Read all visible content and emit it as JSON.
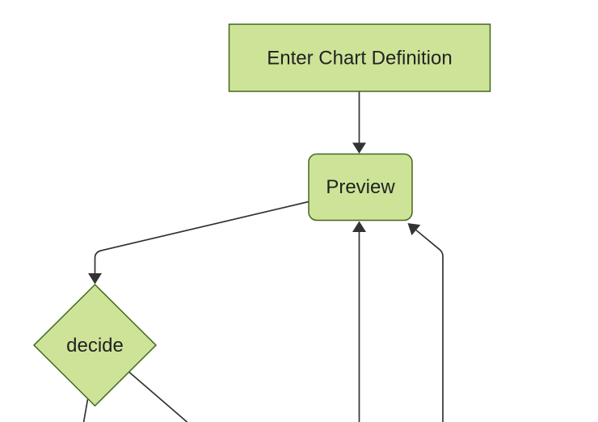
{
  "diagram": {
    "kind": "flowchart",
    "orientation": "top-down",
    "colors": {
      "background": "#ffffff",
      "node_fill": "#cde498",
      "node_border": "#40691c",
      "edge_stroke": "#333333",
      "arrow_fill": "#333333",
      "label_color": "#222222"
    },
    "nodes": [
      {
        "id": "enter-chart-definition",
        "label": "Enter Chart Definition",
        "shape": "rectangle"
      },
      {
        "id": "preview",
        "label": "Preview",
        "shape": "rounded-rectangle"
      },
      {
        "id": "decide",
        "label": "decide",
        "shape": "diamond"
      }
    ],
    "edges": [
      {
        "name": "enter-chart-definition-to-preview",
        "arrowhead": "into preview top"
      },
      {
        "name": "preview-to-decide",
        "arrowhead": "into decide top vertex"
      },
      {
        "name": "decide-to-offscreen-bottom-left",
        "arrowhead": "none visible (cut off)"
      },
      {
        "name": "decide-to-offscreen-bottom-right",
        "arrowhead": "none visible (cut off)"
      },
      {
        "name": "offscreen-bottom-to-preview",
        "arrowhead": "into preview bottom"
      },
      {
        "name": "offscreen-bottom-right-to-preview",
        "arrowhead": "into preview bottom-right corner"
      }
    ]
  }
}
